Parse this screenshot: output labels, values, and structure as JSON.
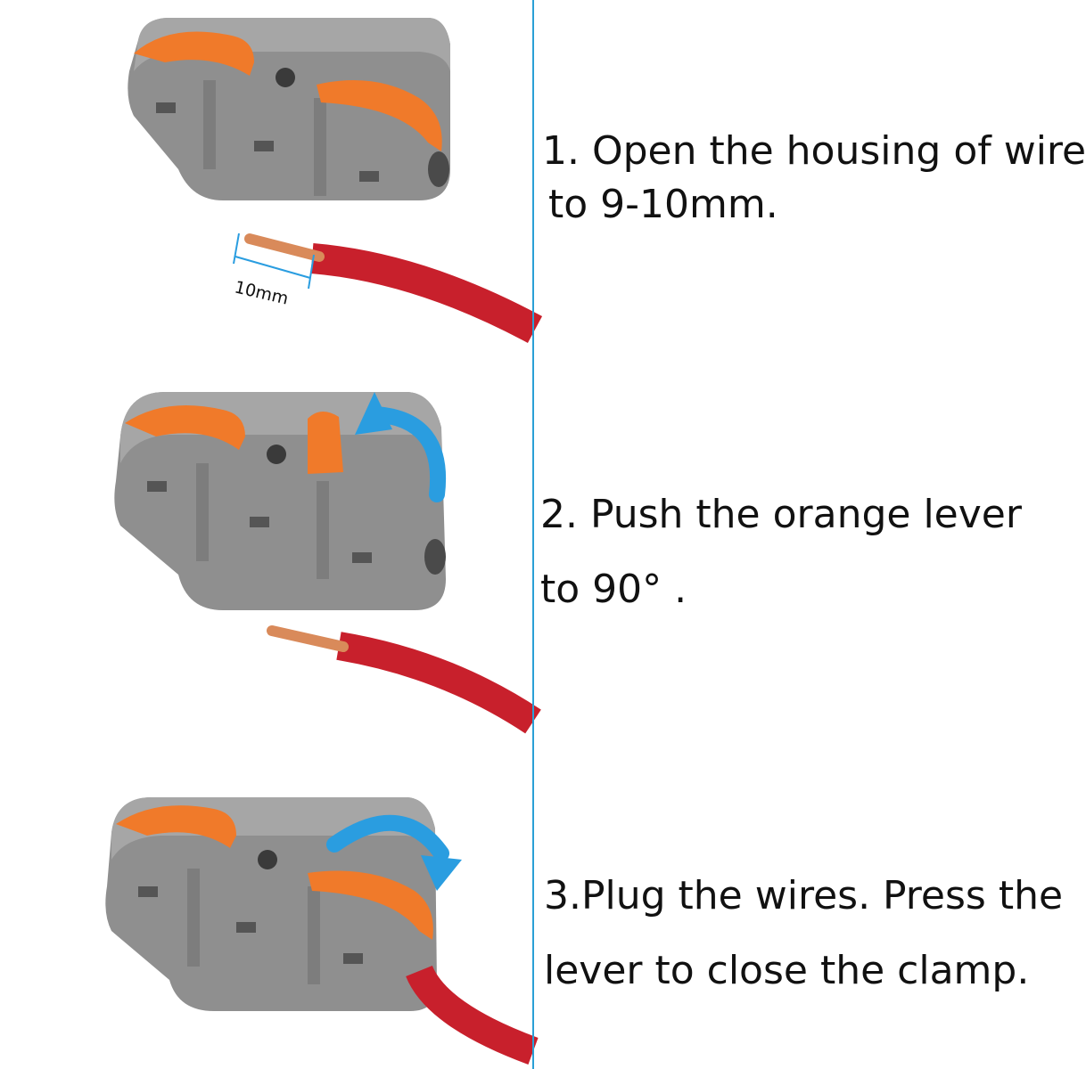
{
  "measurement": {
    "label": "10mm"
  },
  "steps": [
    {
      "number": "1",
      "lines": [
        "1. Open the housing of wire",
        "to 9-10mm."
      ]
    },
    {
      "number": "2",
      "lines": [
        "2. Push the orange lever",
        "to 90°  ."
      ]
    },
    {
      "number": "3",
      "lines": [
        "3.Plug the wires. Press the",
        "lever to close the clamp."
      ]
    }
  ],
  "colors": {
    "divider": "#2aa0d6",
    "housing": "#8f8f8f",
    "lever": "#f07a2a",
    "wire": "#c8202c",
    "copper": "#d98a5a",
    "arrow": "#2a9de0",
    "text": "#111111"
  }
}
